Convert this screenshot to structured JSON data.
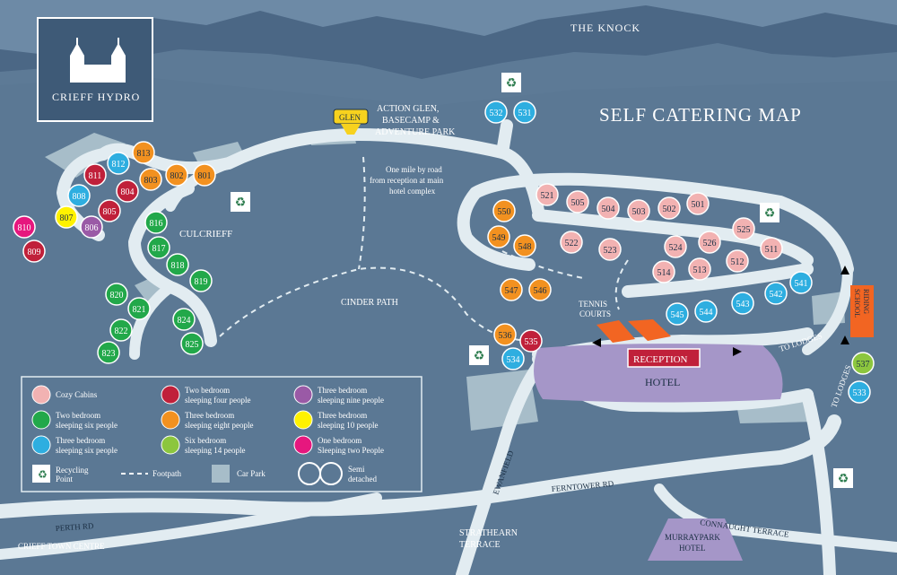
{
  "title": "SELF CATERING MAP",
  "logo_text": "CRIEFF HYDRO",
  "labels": {
    "the_knock": "THE KNOCK",
    "action_glen": [
      "ACTION GLEN,",
      "BASECAMP &",
      "ADVENTURE PARK"
    ],
    "action_glen_badge": "GLEN",
    "one_mile": [
      "One mile by road",
      "from reception at main",
      "hotel complex"
    ],
    "culcrieff": "CULCRIEFF",
    "cinder_path": "CINDER PATH",
    "tennis_courts": [
      "TENNIS",
      "COURTS"
    ],
    "reception": "RECEPTION",
    "hotel": "HOTEL",
    "to_lodges_1": "TO LODGES",
    "to_lodges_2": "TO LODGES",
    "riding_school": [
      "RIDING",
      "SCHOOL"
    ],
    "ewanfield": "EWANFIELD",
    "ferntower_rd": "FERNTOWER RD",
    "connaught_terrace": "CONNAUGHT TERRACE",
    "perth_rd": "PERTH RD",
    "crieff_town_centre": "CRIEFF TOWN CENTRE",
    "strathearn_terrace": [
      "STRATHEARN",
      "TERRACE"
    ],
    "murraypark_hotel": [
      "MURRAYPARK",
      "HOTEL"
    ]
  },
  "colors": {
    "pink": "#f2b2b2",
    "red": "#c0203a",
    "orange": "#f29120",
    "green": "#22a84a",
    "blue": "#2eaee0",
    "purple": "#9a5aa6",
    "yellow": "#fff200",
    "lime": "#8cc63e",
    "magenta": "#e6177e"
  },
  "legend": [
    {
      "color": "pink",
      "lines": [
        "Cozy Cabins"
      ]
    },
    {
      "color": "red",
      "lines": [
        "Two bedroom",
        "sleeping four people"
      ]
    },
    {
      "color": "purple",
      "lines": [
        "Three bedroom",
        "sleeping nine people"
      ]
    },
    {
      "color": "green",
      "lines": [
        "Two bedroom",
        "sleeping six people"
      ]
    },
    {
      "color": "orange",
      "lines": [
        "Three bedroom",
        "sleeping eight people"
      ]
    },
    {
      "color": "yellow",
      "lines": [
        "Three bedroom",
        "sleeping 10 people"
      ]
    },
    {
      "color": "blue",
      "lines": [
        "Three bedroom",
        "sleeping six people"
      ]
    },
    {
      "color": "lime",
      "lines": [
        "Six bedroom",
        "sleeping 14 people"
      ]
    },
    {
      "color": "magenta",
      "lines": [
        "One bedroom",
        "Sleeping two People"
      ]
    }
  ],
  "legend_symbols": {
    "recycling": [
      "Recycling",
      "Point"
    ],
    "footpath": "Footpath",
    "car_park": "Car Park",
    "semi": [
      "Semi",
      "detached"
    ]
  },
  "units": [
    {
      "n": "810",
      "c": "magenta"
    },
    {
      "n": "809",
      "c": "red"
    },
    {
      "n": "813",
      "c": "orange"
    },
    {
      "n": "812",
      "c": "blue"
    },
    {
      "n": "811",
      "c": "red"
    },
    {
      "n": "808",
      "c": "blue"
    },
    {
      "n": "804",
      "c": "red"
    },
    {
      "n": "803",
      "c": "orange"
    },
    {
      "n": "802",
      "c": "orange"
    },
    {
      "n": "801",
      "c": "orange"
    },
    {
      "n": "807",
      "c": "yellow"
    },
    {
      "n": "806",
      "c": "purple"
    },
    {
      "n": "805",
      "c": "red"
    },
    {
      "n": "816",
      "c": "green"
    },
    {
      "n": "817",
      "c": "green"
    },
    {
      "n": "818",
      "c": "green"
    },
    {
      "n": "819",
      "c": "green"
    },
    {
      "n": "820",
      "c": "green"
    },
    {
      "n": "821",
      "c": "green"
    },
    {
      "n": "822",
      "c": "green"
    },
    {
      "n": "823",
      "c": "green"
    },
    {
      "n": "824",
      "c": "green"
    },
    {
      "n": "825",
      "c": "green"
    },
    {
      "n": "532",
      "c": "blue"
    },
    {
      "n": "531",
      "c": "blue"
    },
    {
      "n": "521",
      "c": "pink"
    },
    {
      "n": "505",
      "c": "pink"
    },
    {
      "n": "504",
      "c": "pink"
    },
    {
      "n": "503",
      "c": "pink"
    },
    {
      "n": "502",
      "c": "pink"
    },
    {
      "n": "501",
      "c": "pink"
    },
    {
      "n": "550",
      "c": "orange"
    },
    {
      "n": "549",
      "c": "orange"
    },
    {
      "n": "548",
      "c": "orange"
    },
    {
      "n": "522",
      "c": "pink"
    },
    {
      "n": "523",
      "c": "pink"
    },
    {
      "n": "524",
      "c": "pink"
    },
    {
      "n": "526",
      "c": "pink"
    },
    {
      "n": "525",
      "c": "pink"
    },
    {
      "n": "511",
      "c": "pink"
    },
    {
      "n": "512",
      "c": "pink"
    },
    {
      "n": "513",
      "c": "pink"
    },
    {
      "n": "514",
      "c": "pink"
    },
    {
      "n": "547",
      "c": "orange"
    },
    {
      "n": "546",
      "c": "orange"
    },
    {
      "n": "541",
      "c": "blue"
    },
    {
      "n": "542",
      "c": "blue"
    },
    {
      "n": "543",
      "c": "blue"
    },
    {
      "n": "544",
      "c": "blue"
    },
    {
      "n": "545",
      "c": "blue"
    },
    {
      "n": "536",
      "c": "orange"
    },
    {
      "n": "535",
      "c": "red"
    },
    {
      "n": "534",
      "c": "blue"
    },
    {
      "n": "537",
      "c": "lime"
    },
    {
      "n": "533",
      "c": "blue"
    }
  ]
}
